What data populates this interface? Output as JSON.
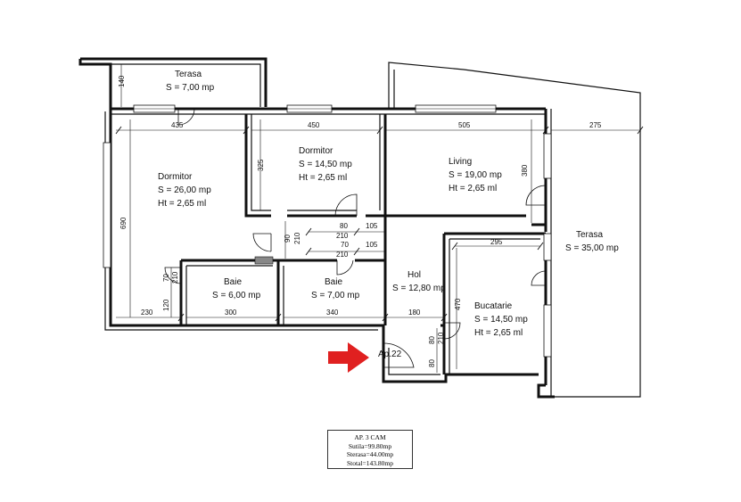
{
  "rooms": {
    "terasa_top": {
      "name": "Terasa",
      "area": "S = 7,00 mp"
    },
    "dormitor_big": {
      "name": "Dormitor",
      "area": "S = 26,00 mp",
      "height": "Ht = 2,65 ml"
    },
    "dormitor_small": {
      "name": "Dormitor",
      "area": "S = 14,50 mp",
      "height": "Ht = 2,65 ml"
    },
    "living": {
      "name": "Living",
      "area": "S = 19,00 mp",
      "height": "Ht = 2,65 ml"
    },
    "terasa_right": {
      "name": "Terasa",
      "area": "S = 35,00 mp"
    },
    "baie_left": {
      "name": "Baie",
      "area": "S = 6,00 mp"
    },
    "baie_right": {
      "name": "Baie",
      "area": "S = 7,00 mp"
    },
    "hol": {
      "name": "Hol",
      "area": "S = 12,80 mp"
    },
    "bucatarie": {
      "name": "Bucatarie",
      "area": "S = 14,50 mp",
      "height": "Ht = 2,65 ml"
    }
  },
  "dimensions": {
    "d140": "140",
    "d435": "435",
    "d450": "450",
    "d505": "505",
    "d275": "275",
    "d325": "325",
    "d380": "380",
    "d690": "690",
    "d80a": "80",
    "d105a": "105",
    "d210a": "210",
    "d90": "90",
    "d210b": "210",
    "d70a": "70",
    "d105b": "105",
    "d210c": "210",
    "d295": "295",
    "d70b": "70",
    "d210d": "210",
    "d120": "120",
    "d230": "230",
    "d300": "300",
    "d340": "340",
    "d180": "180",
    "d470": "470",
    "d80b": "80",
    "d210e": "210",
    "d80c": "80"
  },
  "apartment_label": "Ap.22",
  "legend": {
    "line1": "AP. 3 CAM",
    "line2": "Sutila=99.80mp",
    "line3": "Sterasa=44.00mp",
    "line4": "Stotal=143.80mp"
  },
  "colors": {
    "arrow": "#e02020",
    "wall": "#111111"
  }
}
